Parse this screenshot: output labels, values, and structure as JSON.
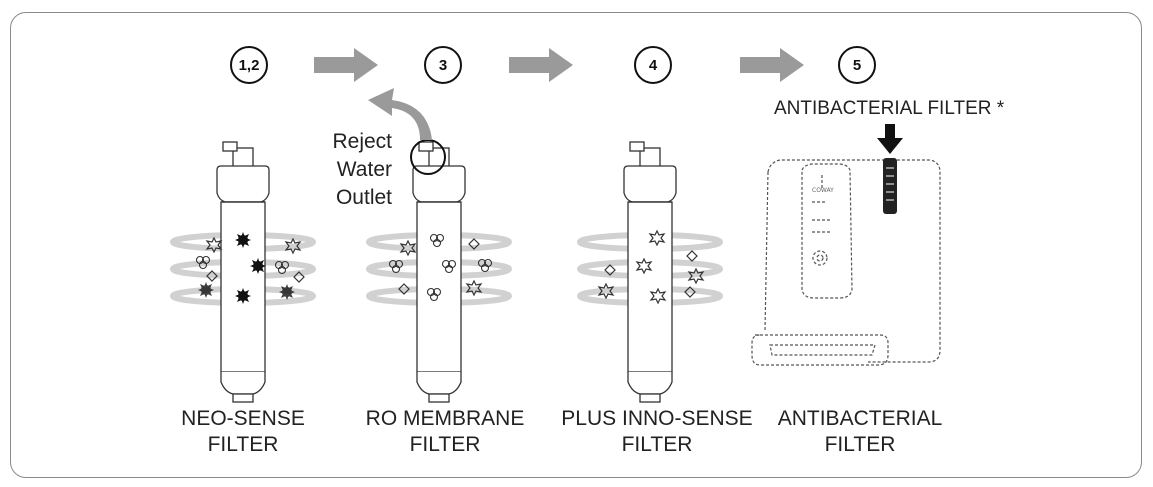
{
  "steps": [
    {
      "number": "1,2",
      "label_line1": "NEO-SENSE",
      "label_line2": "FILTER"
    },
    {
      "number": "3",
      "label_line1": "RO MEMBRANE",
      "label_line2": "FILTER"
    },
    {
      "number": "4",
      "label_line1": "PLUS INNO-SENSE",
      "label_line2": "FILTER"
    },
    {
      "number": "5",
      "label_line1": "ANTIBACTERIAL",
      "label_line2": "FILTER"
    }
  ],
  "reject": {
    "line1": "Reject",
    "line2": "Water",
    "line3": "Outlet"
  },
  "antibacterial_callout": "ANTIBACTERIAL FILTER *",
  "device_brand": "COWAY",
  "colors": {
    "arrow": "#9a9a9a",
    "outline": "#333333",
    "frame": "#8a8a8a"
  },
  "icons": [
    "flow-arrow-icon",
    "reject-curve-arrow-icon",
    "down-arrow-icon",
    "filter-cartridge-icon",
    "water-purifier-icon"
  ]
}
